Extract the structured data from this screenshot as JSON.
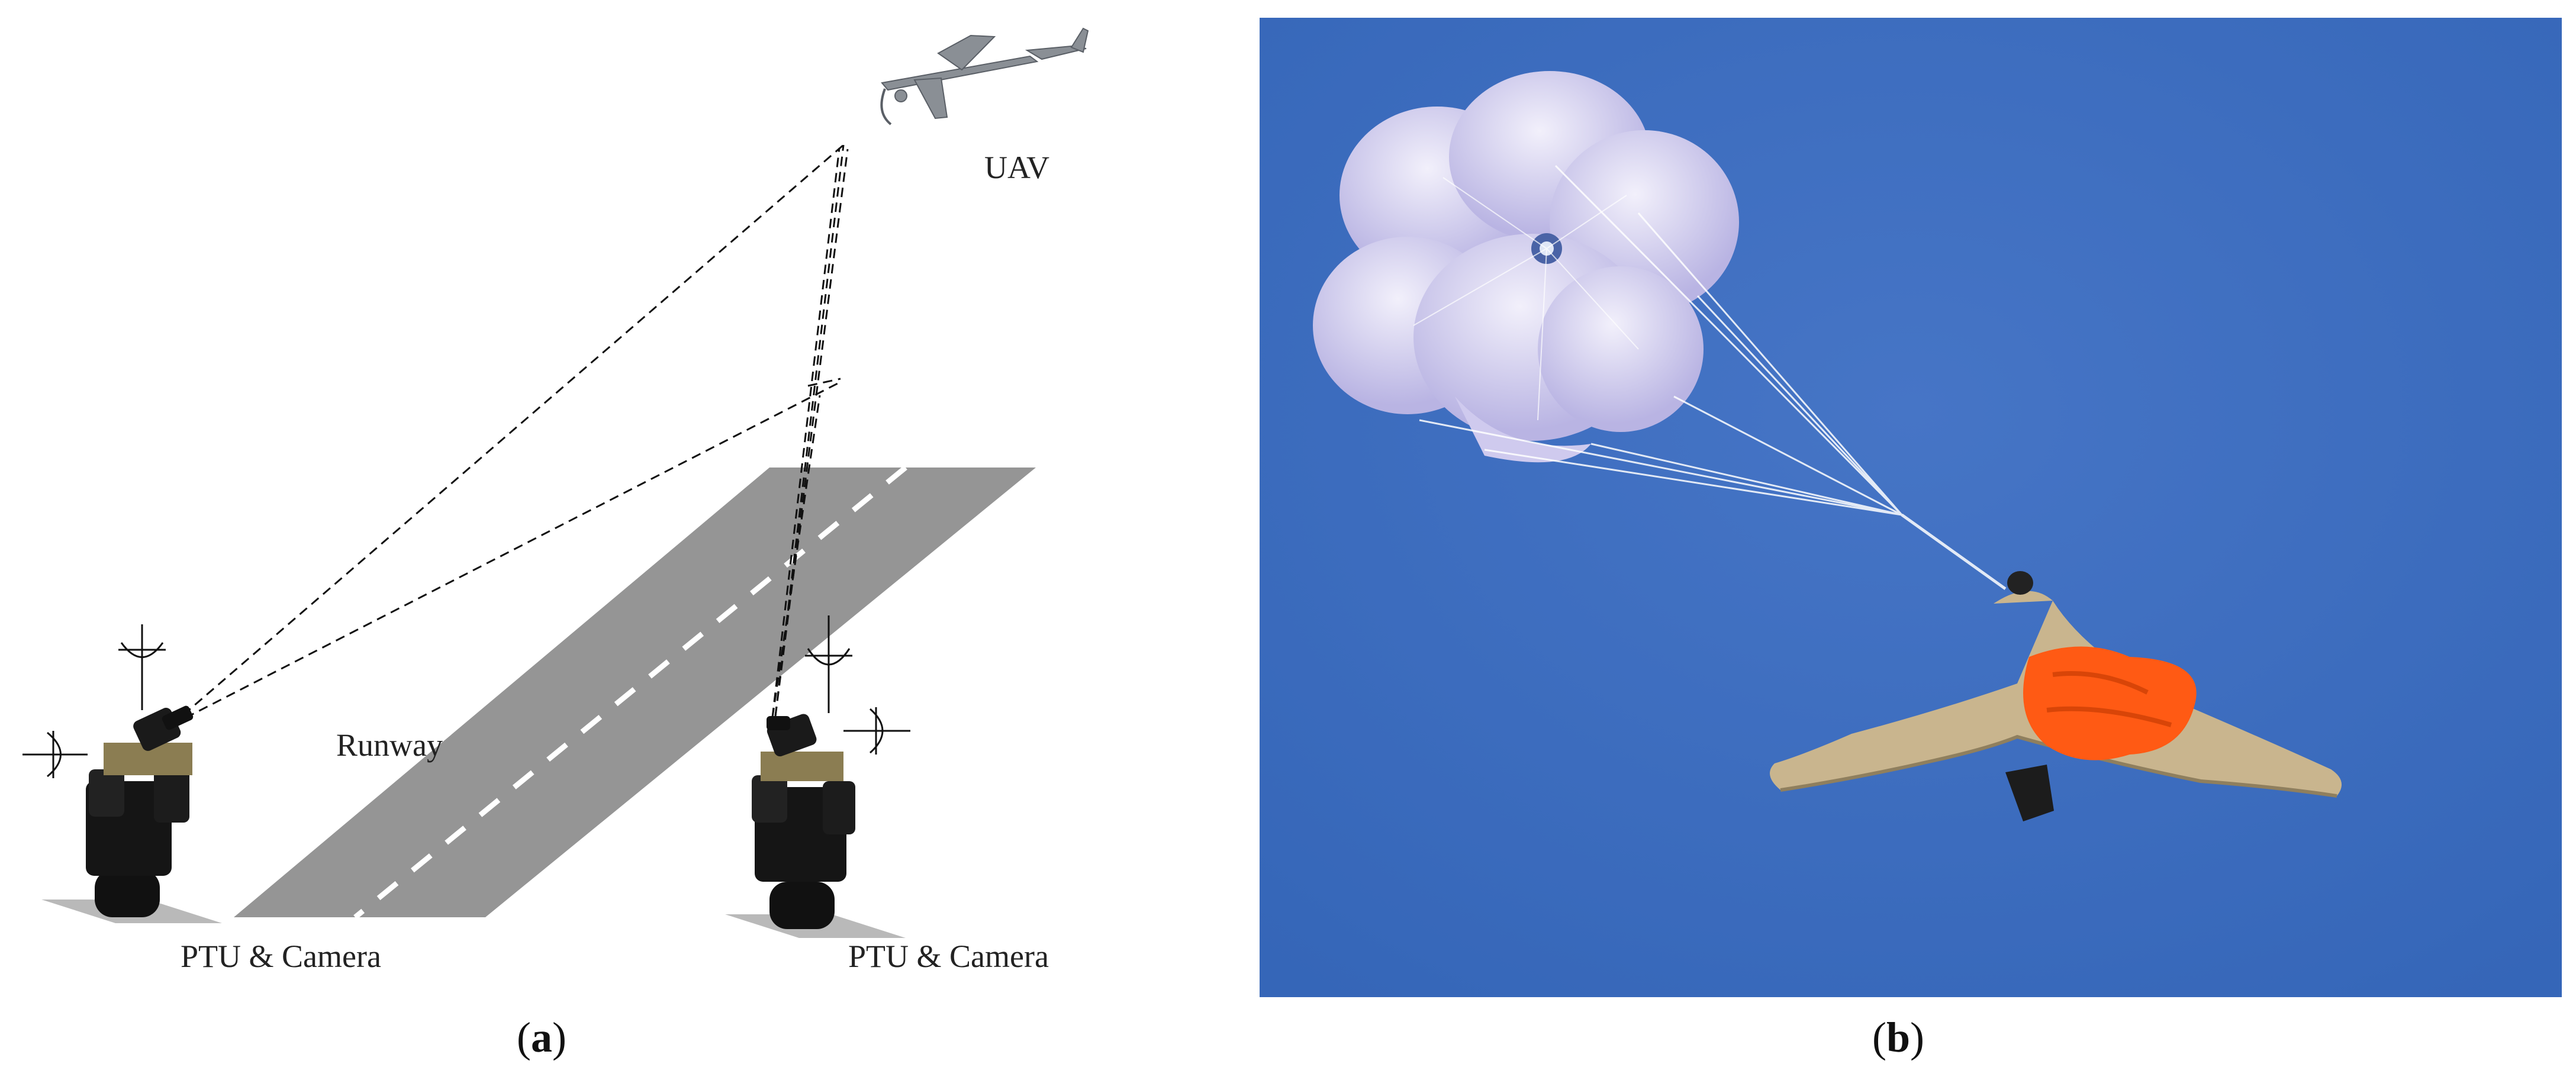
{
  "panel_a": {
    "labels": {
      "uav": "UAV",
      "runway": "Runway",
      "ptu_left": "PTU & Camera",
      "ptu_right": "PTU & Camera"
    },
    "caption_letter": "a"
  },
  "panel_b": {
    "caption_letter": "b",
    "sky_color": "#3f6fc0",
    "canopy_color": "#d9d6f2",
    "drogue_color": "#ff5a14",
    "wing_color": "#c9b58e"
  }
}
